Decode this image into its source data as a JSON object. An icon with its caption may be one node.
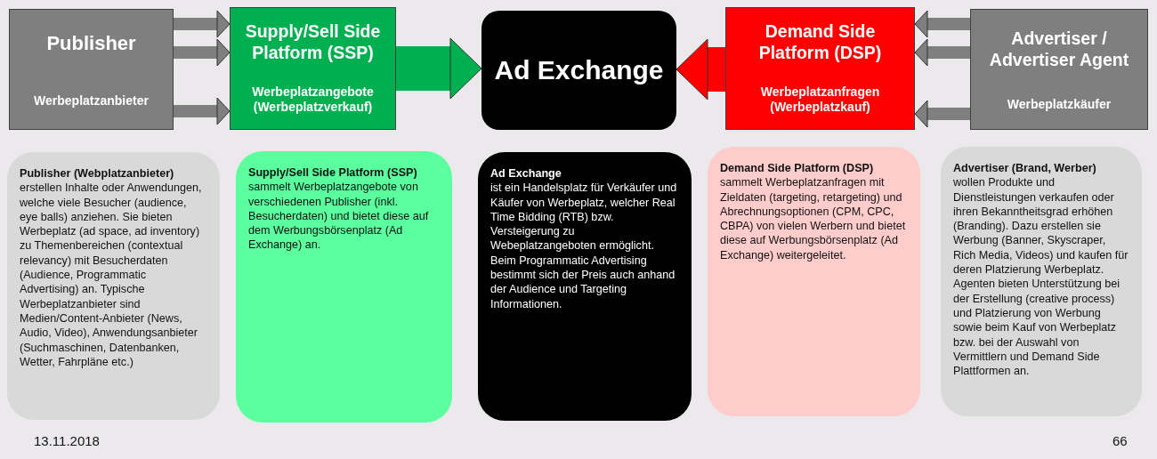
{
  "diagram": {
    "nodes": [
      {
        "text": [
          "Publisher",
          "Werbeplatzanbieter"
        ]
      },
      {
        "text": [
          "Supply/Sell Side Platform (SSP)",
          "Werbeplatzangebote (Werbeplatzverkauf)"
        ]
      },
      {
        "text": [
          "Ad Exchange"
        ]
      },
      {
        "text": [
          "Demand Side Platform (DSP)",
          "Werbeplatzanfragen (Werbeplatzkauf)"
        ]
      },
      {
        "text": [
          "Advertiser / Advertiser Agent",
          "Werbeplatzkäufer"
        ]
      },
      {
        "text": [
          "Publisher (Webplatzanbieter)",
          "erstellen Inhalte oder Anwendungen, welche viele Besucher (audience, eye balls) anziehen. Sie bieten Werbeplatz (ad space, ad inventory) zu Themenbereichen (contextual relevancy) mit Besucherdaten (Audience, Programmatic Advertising) an. Typische Werbeplatzanbieter sind Medien/Content-Anbieter (News, Audio, Video), Anwendungsanbieter (Suchmaschinen, Datenbanken, Wetter, Fahrpläne etc.)"
        ]
      },
      {
        "text": [
          "**Supply/Sell Side Platform (SSP)** sammelt Werbeplatzangebote von verschiedenen Publisher (inkl. Besucherdaten) und bietet diese auf dem Werbungsbörsenplatz (Ad Exchange) an."
        ]
      },
      {
        "text": [
          "Ad Exchange",
          "ist ein Handelsplatz für Verkäufer und Käufer von Werbeplatz, welcher Real Time Bidding (RTB) bzw. Versteigerung zu Webeplatzangeboten ermöglicht. Beim Programmatic Advertising bestimmt sich der Preis auch anhand der Audience und Targeting Informationen."
        ]
      },
      {
        "text": [
          "Demand Side Platform (DSP)",
          "sammelt Werbeplatzanfragen mit Zieldaten (targeting, retargeting) und Abrechnungsoptionen (CPM, CPC, CBPA) von vielen Werbern und bietet diese auf Werbungsbörsenplatz (Ad Exchange) weitergeleitet."
        ]
      },
      {
        "text": [
          "Advertiser (Brand, Werber)",
          "wollen Produkte und Dienstleistungen verkaufen oder ihren Bekanntheitsgrad erhöhen (Branding). Dazu erstellen sie Werbung (Banner, Skyscraper, Rich Media, Videos) und kaufen für deren Platzierung Werbeplatz. Agenten bieten Unterstützung bei der Erstellung (creative process) und Platzierung von Werbung sowie beim Kauf von Werbeplatz bzw. bei der Auswahl von Vermittlern und Demand Side Plattformen an."
        ]
      }
    ],
    "edges": [
      {
        "from": 0,
        "to": 1,
        "arrow": "to"
      },
      {
        "from": 0,
        "to": 1,
        "arrow": "to"
      },
      {
        "from": 0,
        "to": 1,
        "arrow": "to"
      },
      {
        "from": 1,
        "to": 2,
        "arrow": "to",
        "color": "#00b050"
      },
      {
        "from": 3,
        "to": 2,
        "arrow": "to",
        "color": "#ff0000"
      },
      {
        "from": 4,
        "to": 3,
        "arrow": "to"
      },
      {
        "from": 4,
        "to": 3,
        "arrow": "to"
      },
      {
        "from": 4,
        "to": 3,
        "arrow": "to"
      }
    ],
    "labels": [
      "13.11.2018",
      "66"
    ]
  }
}
